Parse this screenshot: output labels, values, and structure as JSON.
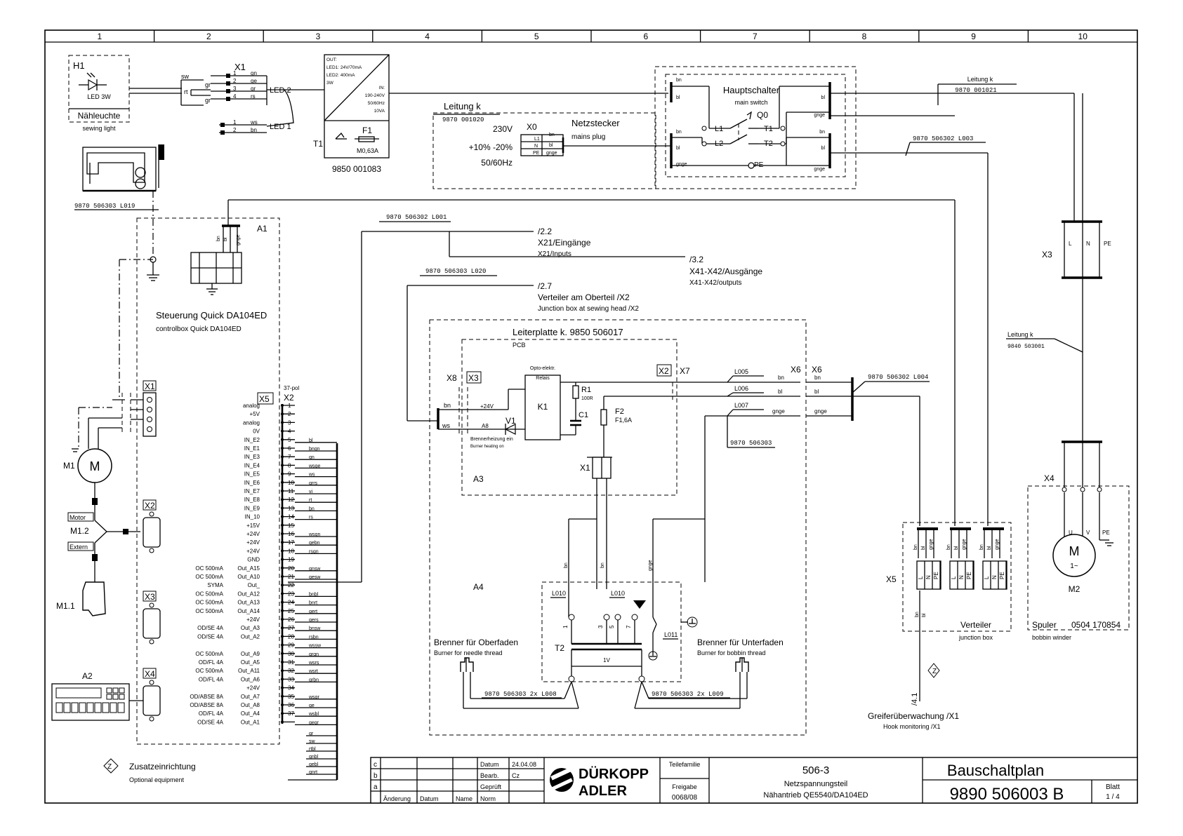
{
  "columns": [
    "1",
    "2",
    "3",
    "4",
    "5",
    "6",
    "7",
    "8",
    "9",
    "10"
  ],
  "h1": {
    "id": "H1",
    "rating": "LED 3W",
    "name": "Nähleuchte",
    "name_en": "sewing light"
  },
  "x1_top": {
    "id": "X1",
    "wires_left": [
      "sw",
      "rt"
    ],
    "pair_colors": [
      "gr",
      "gr"
    ],
    "pins": [
      "1",
      "2",
      "3",
      "4"
    ],
    "pin_colors": [
      "gn",
      "ge",
      "gr",
      "rs"
    ],
    "led2": "LED 2",
    "led1": "LED 1",
    "led1_pins": [
      "1",
      "2"
    ],
    "led1_colors": [
      "ws",
      "bn"
    ]
  },
  "psu": {
    "out": [
      "OUT:",
      "LED1: 24V/70mA",
      "LED2: 400mA",
      "3W"
    ],
    "in": [
      "IN:",
      "190-240V",
      "50/60Hz",
      "10VA"
    ],
    "t1": "T1",
    "f1": "F1",
    "fuse": "M0,63A",
    "part": "9850 001083"
  },
  "machine_cable": "9870 506303 L019",
  "leitung_k_left": {
    "title": "Leitung k",
    "part": "9870 001020"
  },
  "supply": {
    "volt": "230V",
    "tol": "+10% -20%",
    "freq": "50/60Hz",
    "x0": "X0",
    "name": "Netzstecker",
    "name_en": "mains plug",
    "pins": [
      "L1",
      "N",
      "PE"
    ],
    "colors": [
      "bn",
      "bl",
      "gnge"
    ]
  },
  "main_switch": {
    "title": "Hauptschalter",
    "title_en": "main switch",
    "q0": "Q0",
    "l1": "L1",
    "l2": "L2",
    "t1": "T1",
    "t2": "T2",
    "pe": "PE",
    "left_colors": [
      "bn",
      "bl",
      "bn",
      "bl",
      "gnge"
    ],
    "right_colors": [
      "bl",
      "gnge",
      "bn",
      "bl",
      "gnge"
    ]
  },
  "leitung_k_right": {
    "title": "Leitung k",
    "part": "9870 001021"
  },
  "cable_l003": "9870 506302 L003",
  "x3_right": {
    "id": "X3",
    "pins": [
      "L",
      "N",
      "PE"
    ]
  },
  "leitung_k_bottom": {
    "title": "Leitung k",
    "part": "9840 503001"
  },
  "a1": {
    "id": "A1",
    "title": "Steuerung Quick DA104ED",
    "title_en": "controlbox Quick DA104ED",
    "plug_colors": [
      "bn",
      "bl",
      "gnge"
    ]
  },
  "refs": {
    "r1_cable": "9870 506302 L001",
    "r1_ref": "/2.2",
    "r1_text": "X21/Eingänge",
    "r1_en": "X21/Inputs",
    "r2_ref": "/3.2",
    "r2_text": "X41-X42/Ausgänge",
    "r2_en": "X41-X42/outputs",
    "r3_cable": "9870 506303 L020",
    "r3_ref": "/2.7",
    "r3_text": "Verteiler am Oberteil /X2",
    "r3_en": "Junction box at sewing head /X2"
  },
  "pcb": {
    "title": "Leiterplatte k. 9850 506017",
    "pcb": "PCB",
    "x8": "X8",
    "x3": "X3",
    "x8_colors": [
      "bn",
      "ws"
    ],
    "plus24": "+24V",
    "a8": "A8",
    "v1": "V1",
    "burner_heat": "Brennerheizung ein",
    "burner_heat_en": "Burner heating on",
    "relay": [
      "Opto-elektr.",
      "Relais"
    ],
    "k1": "K1",
    "r1": "R1",
    "r1_val": "100R",
    "c1": "C1",
    "f2": "F2",
    "f2_val": "F1,6A",
    "x2": "X2",
    "x7": "X7",
    "x1": "X1",
    "a3": "A3",
    "a4": "A4"
  },
  "x6": {
    "label": "X6",
    "colors": [
      "bn",
      "bl",
      "gnge"
    ],
    "cables": [
      "L005",
      "L006",
      "L007"
    ],
    "cable_part": "9870 506303",
    "l004": "9870 506302 L004"
  },
  "x2": {
    "label": "X5",
    "header": "X2",
    "pol": "37-pol",
    "rows": [
      {
        "n": "1",
        "sig": "analog",
        "rating": "",
        "color": ""
      },
      {
        "n": "2",
        "sig": "+5V",
        "rating": "",
        "color": ""
      },
      {
        "n": "3",
        "sig": "analog",
        "rating": "",
        "color": ""
      },
      {
        "n": "4",
        "sig": "0V",
        "rating": "",
        "color": ""
      },
      {
        "n": "5",
        "sig": "IN_E2",
        "rating": "",
        "color": "bl"
      },
      {
        "n": "6",
        "sig": "IN_E1",
        "rating": "",
        "color": "bngn"
      },
      {
        "n": "7",
        "sig": "IN_E3",
        "rating": "",
        "color": "gn"
      },
      {
        "n": "8",
        "sig": "IN_E4",
        "rating": "",
        "color": "wsge"
      },
      {
        "n": "9",
        "sig": "IN_E5",
        "rating": "",
        "color": "ws"
      },
      {
        "n": "10",
        "sig": "IN_E6",
        "rating": "",
        "color": "grrs"
      },
      {
        "n": "11",
        "sig": "IN_E7",
        "rating": "",
        "color": "vi"
      },
      {
        "n": "12",
        "sig": "IN_E8",
        "rating": "",
        "color": "rt"
      },
      {
        "n": "13",
        "sig": "IN_E9",
        "rating": "",
        "color": "bn"
      },
      {
        "n": "14",
        "sig": "IN_10",
        "rating": "",
        "color": "rs"
      },
      {
        "n": "15",
        "sig": "+15V",
        "rating": "",
        "color": ""
      },
      {
        "n": "16",
        "sig": "+24V",
        "rating": "",
        "color": "wsgn"
      },
      {
        "n": "17",
        "sig": "+24V",
        "rating": "",
        "color": "gebn"
      },
      {
        "n": "18",
        "sig": "+24V",
        "rating": "",
        "color": "rsgn"
      },
      {
        "n": "19",
        "sig": "GND",
        "rating": "",
        "color": ""
      },
      {
        "n": "20",
        "sig": "Out_A15",
        "rating": "OC 500mA",
        "color": "gnsw"
      },
      {
        "n": "21",
        "sig": "Out_A10",
        "rating": "OC 500mA",
        "color": "gesw"
      },
      {
        "n": "22",
        "sig": "Out_",
        "rating": "SYMA",
        "color": ""
      },
      {
        "n": "23",
        "sig": "Out_A12",
        "rating": "OC 500mA",
        "color": "bnbl"
      },
      {
        "n": "24",
        "sig": "Out_A13",
        "rating": "OC 500mA",
        "color": "bnrt"
      },
      {
        "n": "25",
        "sig": "Out_A14",
        "rating": "OC 500mA",
        "color": "gert"
      },
      {
        "n": "26",
        "sig": "+24V",
        "rating": "",
        "color": "gers"
      },
      {
        "n": "27",
        "sig": "Out_A3",
        "rating": "OD/SE 4A",
        "color": "bnsw"
      },
      {
        "n": "28",
        "sig": "Out_A2",
        "rating": "OD/SE 4A",
        "color": "rsbn"
      },
      {
        "n": "29",
        "sig": "",
        "rating": "",
        "color": "wssw"
      },
      {
        "n": "30",
        "sig": "Out_A9",
        "rating": "OC 500mA",
        "color": "grgn"
      },
      {
        "n": "31",
        "sig": "Out_A5",
        "rating": "OD/FL 4A",
        "color": "wsrs"
      },
      {
        "n": "32",
        "sig": "Out_A11",
        "rating": "OC 500mA",
        "color": "wsrt"
      },
      {
        "n": "33",
        "sig": "Out_A6",
        "rating": "OD/FL 4A",
        "color": "grbn"
      },
      {
        "n": "34",
        "sig": "+24V",
        "rating": "",
        "color": ""
      },
      {
        "n": "35",
        "sig": "Out_A7",
        "rating": "OD/ABSE 8A",
        "color": "wsgr"
      },
      {
        "n": "36",
        "sig": "Out_A8",
        "rating": "OD/ABSE 8A",
        "color": "ge"
      },
      {
        "n": "37",
        "sig": "Out_A4",
        "rating": "OD/FL 4A",
        "color": "wsbl"
      },
      {
        "n": "",
        "sig": "Out_A1",
        "rating": "OD/SE 4A",
        "color": "gegr"
      }
    ],
    "extra_colors": [
      "gr",
      "sw",
      "rtbl",
      "gnbl",
      "gebl",
      "gnrt"
    ]
  },
  "m1": {
    "id": "M1",
    "m12": "M1.2",
    "motor": "Motor",
    "extern": "Extern",
    "m11": "M1.1",
    "x1": "X1",
    "x2": "X2",
    "x3": "X3",
    "x4": "X4",
    "a2": "A2",
    "m": "M"
  },
  "transformer": {
    "t2": "T2",
    "l010a": "L010",
    "l010b": "L010",
    "l011": "L011",
    "pins": [
      "1",
      "3",
      "5",
      "7"
    ],
    "wire_colors": [
      "bn",
      "bn",
      "gnge"
    ],
    "volt": "1V",
    "needle": "Brenner für Oberfaden",
    "needle_en": "Burner for needle thread",
    "bobbin": "Brenner für Unterfaden",
    "bobbin_en": "Burner for bobbin thread",
    "l008": "9870 506303 2x L008",
    "l009": "9870 506303 2x L009"
  },
  "x5_box": {
    "label": "X5",
    "name": "Verteiler",
    "name_en": "junction box",
    "colors": [
      "bn",
      "bl",
      "gnge"
    ],
    "pins": [
      "L",
      "N",
      "PE"
    ],
    "bottom_colors": [
      "bn",
      "bl"
    ]
  },
  "x4_winder": {
    "label": "X4",
    "name": "Spuler",
    "part": "0504 170854",
    "name_en": "bobbin winder",
    "m2": "M2",
    "m": "M",
    "phase": "1~",
    "wires": [
      "U",
      "V",
      "PE"
    ]
  },
  "hook": {
    "z": "Z",
    "ref": "/4.1",
    "name": "Greiferüberwachung /X1",
    "name_en": "Hook monitoring /X1"
  },
  "legend": {
    "z": "Z",
    "text": "Zusatzeinrichtung",
    "text_en": "Optional equipment"
  },
  "title_block": {
    "rev_rows": [
      "c",
      "b",
      "a"
    ],
    "rev_headers": [
      "Änderung",
      "Datum",
      "Name",
      "Norm"
    ],
    "meta_labels": [
      "Datum",
      "Bearb.",
      "Geprüft"
    ],
    "meta_values": [
      "24.04.08",
      "Cz",
      ""
    ],
    "brand_top": "DÜRKOPP",
    "brand_bottom": "ADLER",
    "family_label": "Teilefamilie",
    "release_label": "Freigabe",
    "release_value": "0068/08",
    "model": "506-3",
    "subtitle": "Netzspannungsteil",
    "drive": "Nähantrieb QE5540/DA104ED",
    "doc_title": "Bauschaltplan",
    "doc_number": "9890  506003 B",
    "sheet_label": "Blatt",
    "sheet_value": "1 / 4"
  }
}
